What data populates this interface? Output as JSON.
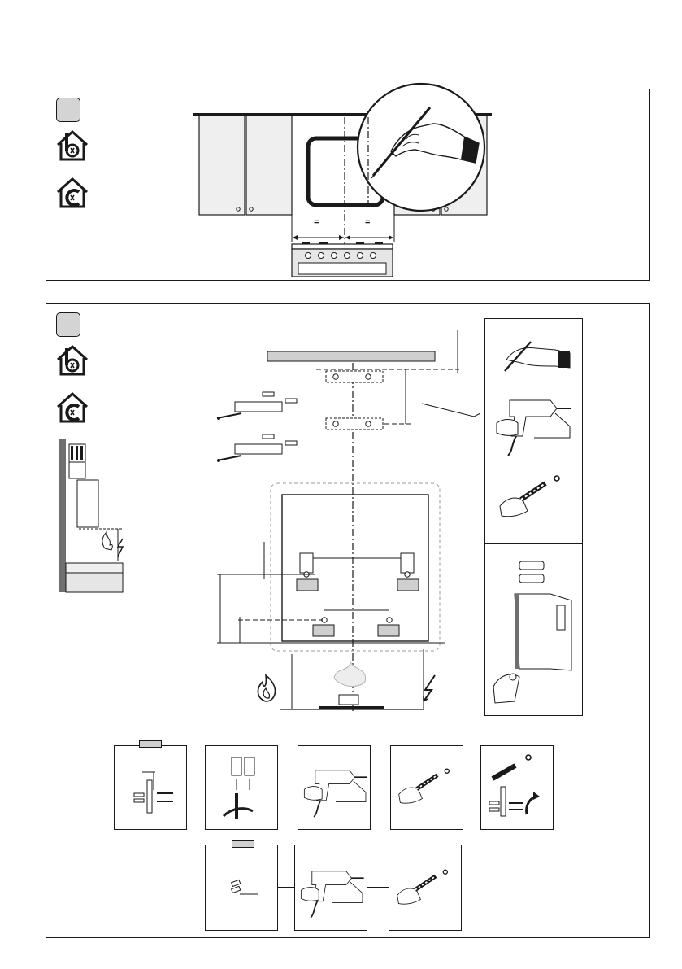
{
  "top_panel": {
    "step_icon": "step-number-box",
    "mode_icons": [
      "ducted-mode-house-icon",
      "recirculation-mode-house-icon"
    ],
    "equal_marks": [
      "=",
      "="
    ],
    "illustration": "mark-centerline-on-wall-hand-pencil"
  },
  "bottom_panel": {
    "step_icon": "step-number-box",
    "mode_icons": [
      "ducted-mode-house-icon",
      "recirculation-mode-house-icon"
    ],
    "hazard_icons": [
      "flame-icon",
      "lightning-icon"
    ],
    "side_steps": [
      "hand-pencil-icon",
      "drill-icon",
      "wall-plug-icon",
      "brackets-icon",
      "chimney-cover-icon"
    ],
    "sequence_row_1": [
      "bracket-screws-step",
      "fix-bracket-step",
      "drill-step",
      "wall-plug-step",
      "screw-step"
    ],
    "sequence_row_2": [
      "plugs-step",
      "drill-step",
      "wall-plug-step"
    ]
  },
  "colors": {
    "ink": "#1a1a1a",
    "fill_grey": "#d4d4d4",
    "dashed_grey": "#9a9a9a"
  }
}
